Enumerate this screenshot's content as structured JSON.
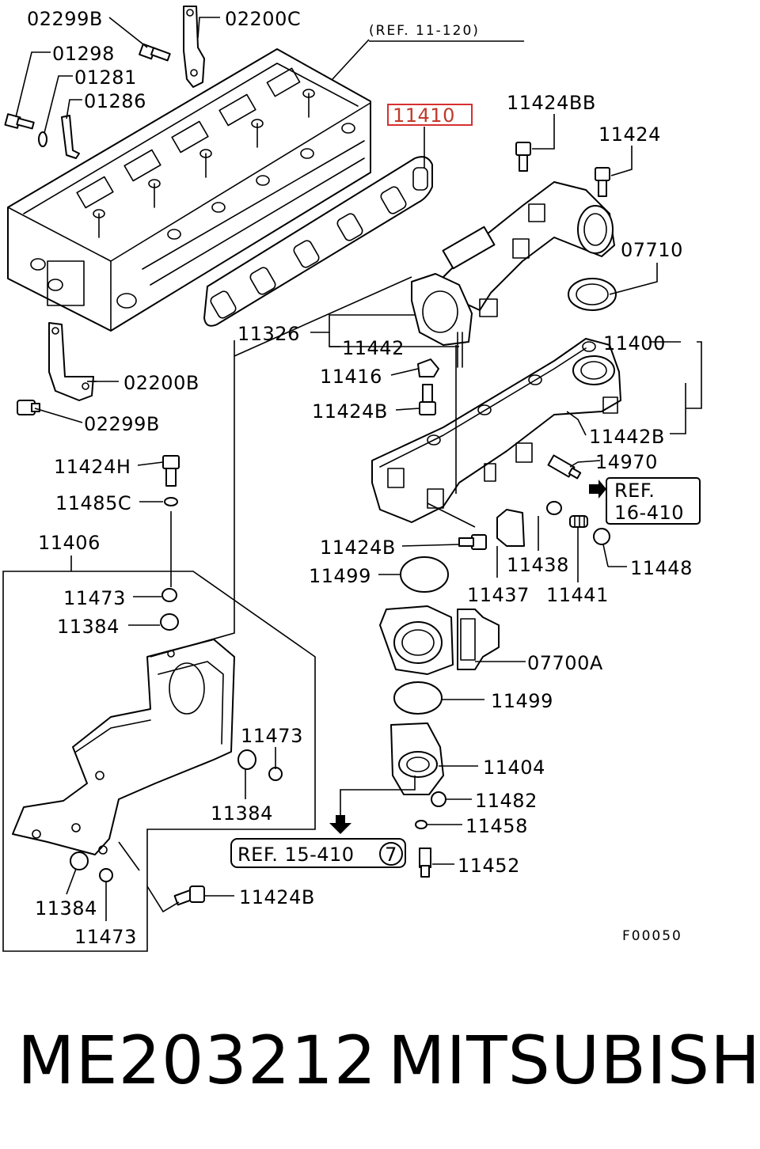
{
  "diagram": {
    "ref_top": "(REF. 11-120)",
    "ref_right": [
      "REF.",
      "16-410"
    ],
    "ref_bottom": "REF. 15-410",
    "ref_bottom_circled": "7",
    "figure_code": "F00050",
    "highlight_color": "#d63031",
    "labels": {
      "p02299b_top": "02299B",
      "p02200c": "02200C",
      "p01298": "01298",
      "p01281": "01281",
      "p01286": "01286",
      "p11410": "11410",
      "p11424bb": "11424BB",
      "p11424_top": "11424",
      "p07710": "07710",
      "p11326": "11326",
      "p11442": "11442",
      "p11400": "11400",
      "p11416": "11416",
      "p11424b_a": "11424B",
      "p02200b": "02200B",
      "p02299b_left": "02299B",
      "p11442b": "11442B",
      "p14970": "14970",
      "p11424h": "11424H",
      "p11485c": "11485C",
      "p11406": "11406",
      "p11424b_b": "11424B",
      "p11499_a": "11499",
      "p11438": "11438",
      "p11448": "11448",
      "p11437": "11437",
      "p11441": "11441",
      "p11473_a": "11473",
      "p11384_a": "11384",
      "p07700a": "07700A",
      "p11499_b": "11499",
      "p11473_b": "11473",
      "p11404": "11404",
      "p11384_b": "11384",
      "p11482": "11482",
      "p11458": "11458",
      "p11452": "11452",
      "p11384_c": "11384",
      "p11424b_c": "11424B",
      "p11473_c": "11473"
    }
  },
  "caption": {
    "part_number": "ME203212",
    "brand": "MITSUBISHI"
  }
}
